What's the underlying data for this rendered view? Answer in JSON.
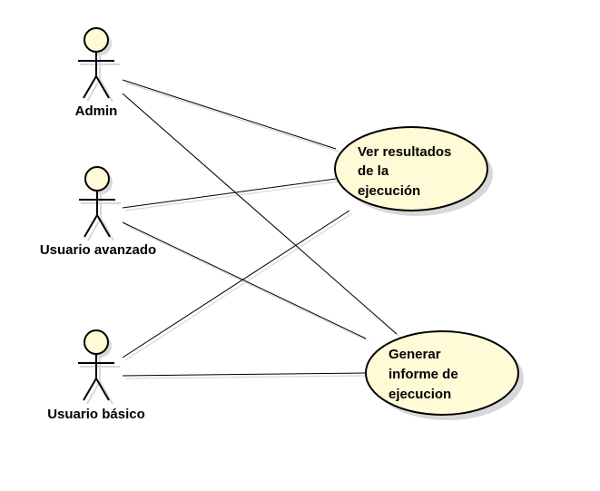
{
  "diagram": {
    "colors": {
      "fill": "#fffbd6",
      "stroke": "#000000",
      "shadow": "#d8d8d8",
      "background": "#ffffff"
    },
    "actors": [
      {
        "id": "admin",
        "label": "Admin"
      },
      {
        "id": "avanzado",
        "label": "Usuario avanzado"
      },
      {
        "id": "basico",
        "label": "Usuario básico"
      }
    ],
    "use_cases": [
      {
        "id": "ver",
        "lines": [
          "Ver resultados",
          "de la",
          "ejecución"
        ]
      },
      {
        "id": "generar",
        "lines": [
          "Generar",
          "informe de",
          "ejecucion"
        ]
      }
    ],
    "associations": [
      {
        "from": "admin",
        "to": "ver"
      },
      {
        "from": "admin",
        "to": "generar"
      },
      {
        "from": "avanzado",
        "to": "ver"
      },
      {
        "from": "avanzado",
        "to": "generar"
      },
      {
        "from": "basico",
        "to": "ver"
      },
      {
        "from": "basico",
        "to": "generar"
      }
    ]
  }
}
